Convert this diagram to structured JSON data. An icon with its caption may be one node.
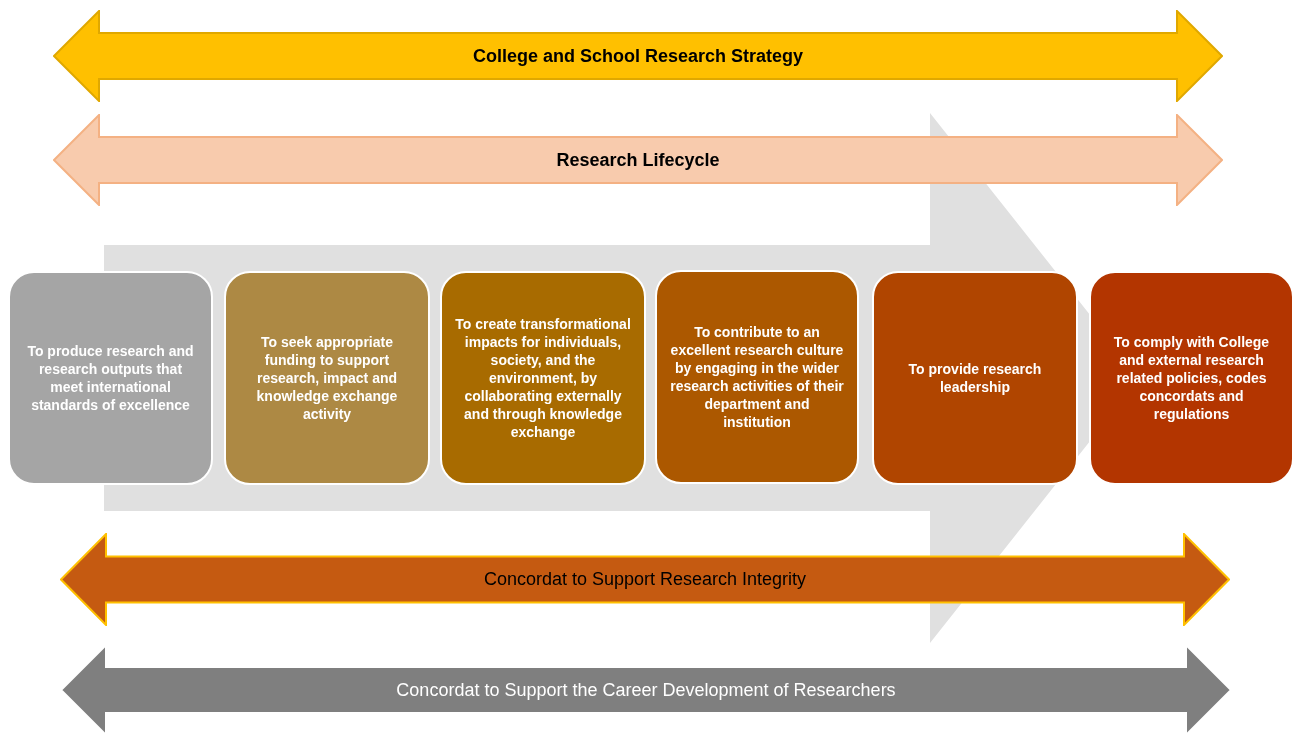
{
  "diagram": {
    "nodes": [
      {
        "text": [
          "College and School Research Strategy"
        ]
      },
      {
        "text": [
          "Research Lifecycle"
        ]
      },
      {
        "text": [
          "To produce research and research outputs that meet international standards of excellence"
        ]
      },
      {
        "text": [
          "To seek appropriate funding to support research, impact and knowledge exchange activity"
        ]
      },
      {
        "text": [
          "To create transformational impacts for individuals, society, and the environment, by collaborating externally and through knowledge exchange"
        ]
      },
      {
        "text": [
          "To contribute to an excellent research culture by engaging in the wider research activities of their department and institution"
        ]
      },
      {
        "text": [
          "To provide research leadership"
        ]
      },
      {
        "text": [
          "To comply with College and external research related policies, codes concordats and regulations"
        ]
      },
      {
        "text": [
          "Concordat to Support Research Integrity"
        ]
      },
      {
        "text": [
          "Concordat to Support the Career Development of Researchers"
        ]
      }
    ],
    "edges": [
      {
        "from": 2,
        "to": 7,
        "arrow": "to",
        "style": "thick"
      }
    ]
  }
}
